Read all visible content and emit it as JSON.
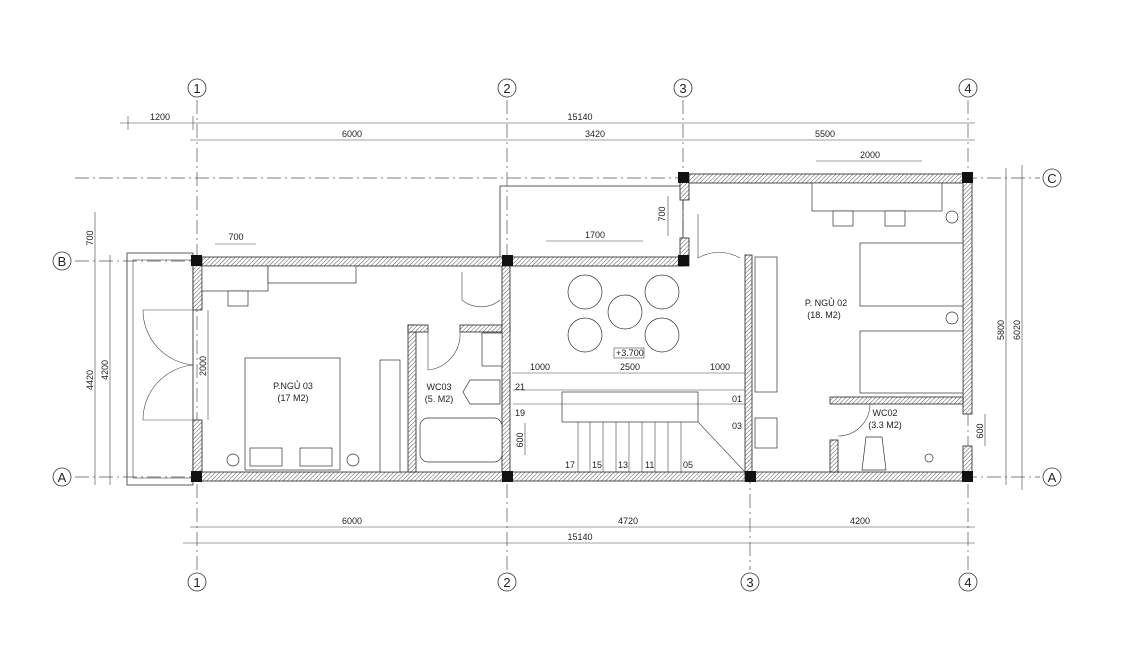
{
  "grid": {
    "columns": [
      "1",
      "2",
      "3",
      "4"
    ],
    "rows": [
      "C",
      "B",
      "A"
    ]
  },
  "dimensions": {
    "top_overall": "15140",
    "top_overhang": "1200",
    "top_bays": [
      "6000",
      "3420",
      "5500"
    ],
    "bottom_bays": [
      "6000",
      "4720",
      "4200"
    ],
    "bottom_overall": "15140",
    "left_outer": "4420",
    "left_inner": "4200",
    "left_top": "700",
    "right_inner": "5800",
    "right_outer": "6020",
    "window_bed03": "700",
    "door_bed03": "2000",
    "window_dining": "1700",
    "window_side": "700",
    "window_bed02": "2000",
    "stair_left": "1000",
    "stair_mid": "2500",
    "stair_right": "1000",
    "window_wc03": "600",
    "window_wc02": "600"
  },
  "level_mark": "+3.700",
  "rooms": {
    "bed03_name": "P.NGỦ 03",
    "bed03_area": "(17 M2)",
    "wc03_name": "WC03",
    "wc03_area": "(5. M2)",
    "bed02_name": "P. NGỦ 02",
    "bed02_area": "(18. M2)",
    "wc02_name": "WC02",
    "wc02_area": "(3.3 M2)"
  },
  "stair_steps": [
    "21",
    "19",
    "17",
    "15",
    "13",
    "11",
    "05",
    "01",
    "03"
  ]
}
